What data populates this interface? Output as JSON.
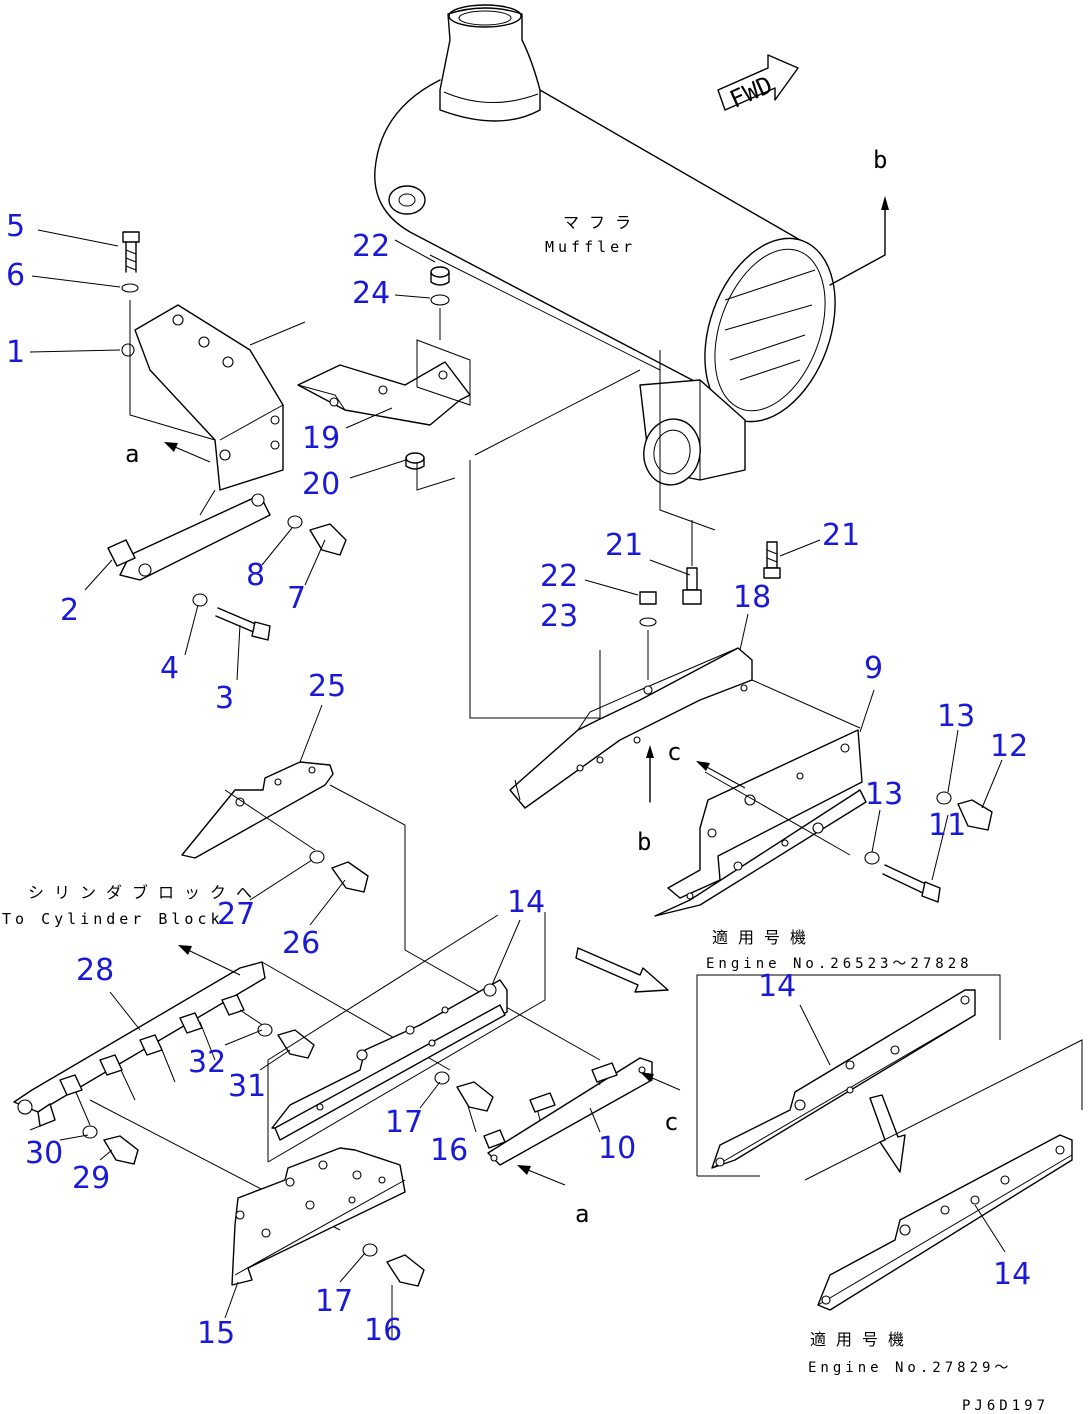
{
  "muffler": {
    "jp": "マフラ",
    "en": "Muffler"
  },
  "fwd": "FWD",
  "cyl_block": {
    "jp": "シリンダブロックへ",
    "en": "To Cylinder Block"
  },
  "engine_range_1": {
    "jp": "適用号機",
    "en": "Engine No.26523～27828"
  },
  "engine_range_2": {
    "jp": "適用号機",
    "en": "Engine No.27829～"
  },
  "drawing_code": "PJ6D197",
  "view_letters": {
    "a": "a",
    "b": "b",
    "c": "c"
  },
  "callouts": {
    "c1": "1",
    "c2": "2",
    "c3": "3",
    "c4": "4",
    "c5": "5",
    "c6": "6",
    "c7": "7",
    "c8": "8",
    "c9": "9",
    "c10": "10",
    "c11": "11",
    "c12": "12",
    "c13a": "13",
    "c13b": "13",
    "c14a": "14",
    "c14b": "14",
    "c14c": "14",
    "c15": "15",
    "c16a": "16",
    "c16b": "16",
    "c17a": "17",
    "c17b": "17",
    "c18": "18",
    "c19": "19",
    "c20": "20",
    "c21a": "21",
    "c21b": "21",
    "c22a": "22",
    "c22b": "22",
    "c23": "23",
    "c24": "24",
    "c25": "25",
    "c26": "26",
    "c27": "27",
    "c28": "28",
    "c29": "29",
    "c30": "30",
    "c31": "31",
    "c32": "32"
  }
}
